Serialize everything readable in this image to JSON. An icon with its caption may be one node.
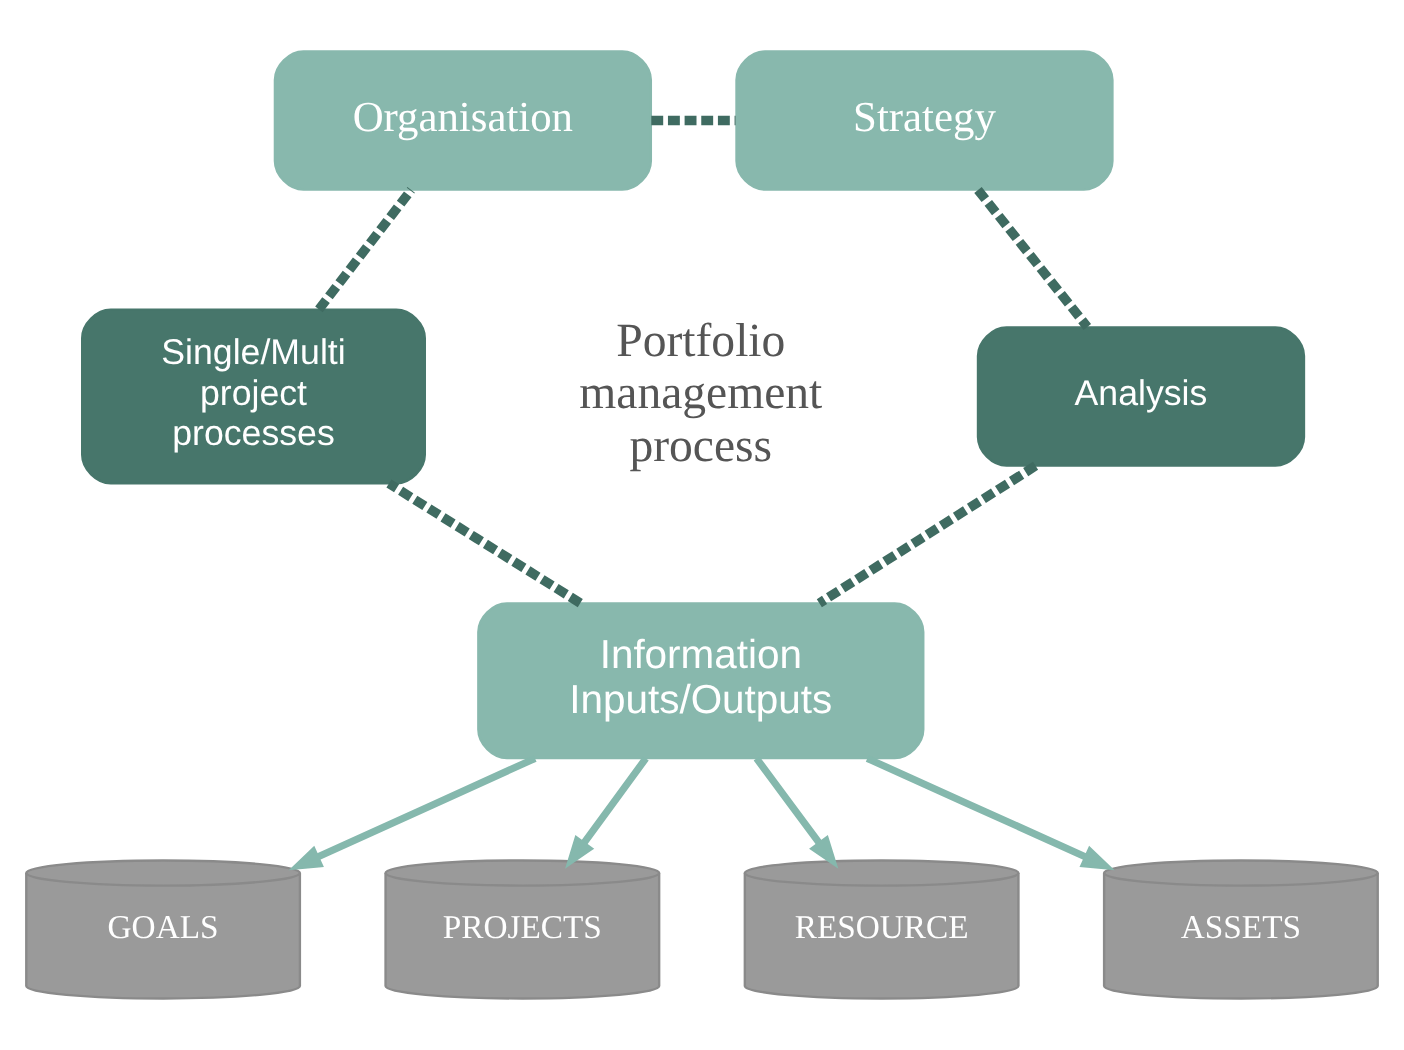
{
  "diagram": {
    "nodes": [
      {
        "text": [
          "Organisation"
        ]
      },
      {
        "text": [
          "Strategy"
        ]
      },
      {
        "text": [
          "Single/Multi project processes"
        ]
      },
      {
        "text": [
          "Analysis"
        ]
      },
      {
        "text": [
          "Information Inputs/Outputs"
        ]
      },
      {
        "text": [
          "GOALS"
        ]
      },
      {
        "text": [
          "PROJECTS"
        ]
      },
      {
        "text": [
          "RESOURCE"
        ]
      },
      {
        "text": [
          "ASSETS"
        ]
      }
    ],
    "edges": [
      {
        "from": 0,
        "to": 1,
        "arrow": "none",
        "style": "dashed"
      },
      {
        "from": 1,
        "to": 3,
        "arrow": "none",
        "style": "dashed"
      },
      {
        "from": 3,
        "to": 4,
        "arrow": "none",
        "style": "dashed"
      },
      {
        "from": 4,
        "to": 2,
        "arrow": "none",
        "style": "dashed"
      },
      {
        "from": 2,
        "to": 0,
        "arrow": "none",
        "style": "dashed"
      },
      {
        "from": 4,
        "to": 5,
        "arrow": "to",
        "color": "#85b8ad"
      },
      {
        "from": 4,
        "to": 6,
        "arrow": "to",
        "color": "#85b8ad"
      },
      {
        "from": 4,
        "to": 7,
        "arrow": "to",
        "color": "#85b8ad"
      },
      {
        "from": 4,
        "to": 8,
        "arrow": "to",
        "color": "#85b8ad"
      }
    ],
    "labels": [
      "Portfolio management process"
    ]
  }
}
